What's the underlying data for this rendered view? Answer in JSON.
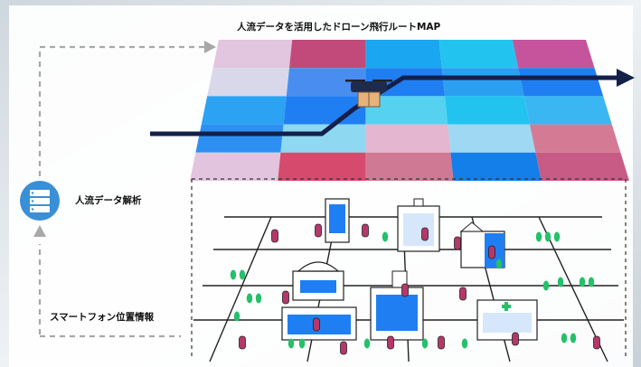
{
  "map_title": "人流データを活用したドローン飛行ルートMAP",
  "analysis_label": "人流データ解析",
  "gps_label": "スマートフォン位置情報",
  "server_icon": "server-icon",
  "drone_icon": "drone-with-package-icon",
  "heatmap": {
    "rows": 5,
    "cols": 5,
    "cells": [
      [
        "#e2c5de",
        "#c24a7a",
        "#1aa6f0",
        "#22c4ef",
        "#c5549c"
      ],
      [
        "#d9d7ea",
        "#4a8df0",
        "#1f7ff2",
        "#2b9ff2",
        "#1f7ff2"
      ],
      [
        "#2ba2f2",
        "#1f7ff2",
        "#56d2f0",
        "#22c4ef",
        "#3ab6f2"
      ],
      [
        "#2e8ff2",
        "#8ed8f2",
        "#e4b6cf",
        "#9fd8f2",
        "#d47a95"
      ],
      [
        "#e3c4de",
        "#d64a6e",
        "#d07994",
        "#147fe8",
        "#c85b86"
      ]
    ]
  },
  "colors": {
    "route": "#13204a",
    "dashed_line": "#a8a8a8",
    "arrow_head": "#a8a8a8",
    "server_circle": "#3b8fd6"
  }
}
